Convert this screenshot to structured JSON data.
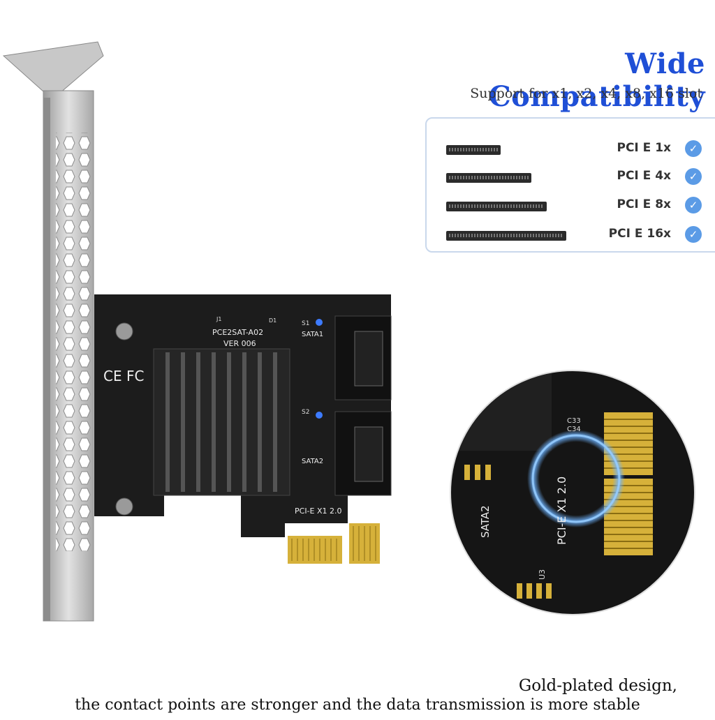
{
  "heading": {
    "title": "Wide Compatibility",
    "subtitle": "Support for x1, x2, x4, x8, x16 slot"
  },
  "compatibility": [
    {
      "label": "PCI E 1x",
      "icon": "check-circle-icon"
    },
    {
      "label": "PCI E 4x",
      "icon": "check-circle-icon"
    },
    {
      "label": "PCI E 8x",
      "icon": "check-circle-icon"
    },
    {
      "label": "PCI E 16x",
      "icon": "check-circle-icon"
    }
  ],
  "card": {
    "model": "PCE2SAT-A02",
    "version": "VER 006",
    "port1": "SATA1",
    "port2": "SATA2",
    "interface": "PCI-E X1 2.0",
    "ce_mark": "CE FC",
    "s1": "S1",
    "s2": "S2",
    "j1": "J1",
    "d1": "D1"
  },
  "zoom": {
    "interface": "PCI-E X1 2.0",
    "port": "SATA2",
    "c33": "C33",
    "c34": "C34",
    "u3": "U3"
  },
  "captions": {
    "line1": "Gold-plated design,",
    "line2": "the contact points are stronger and the data transmission is more stable"
  },
  "colors": {
    "title": "#1f4fd6",
    "check": "#5b9be6",
    "pcb": "#1c1c1c",
    "gold": "#d6b13a",
    "led": "#3d7bff"
  }
}
